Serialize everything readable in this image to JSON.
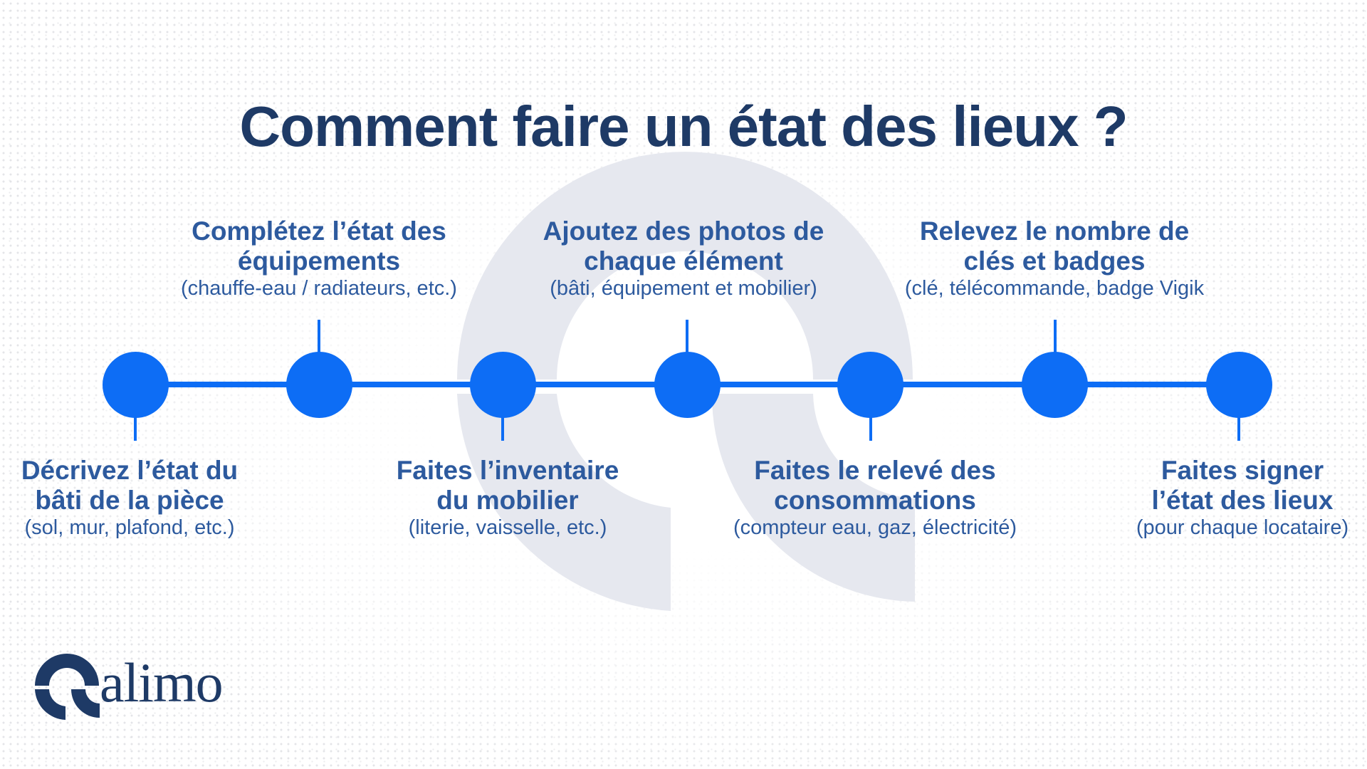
{
  "title": "Comment faire un état des lieux ?",
  "colors": {
    "title": "#1e3a66",
    "heading": "#2d5a9e",
    "accent": "#0d6df5",
    "watermark": "#e6e8ef"
  },
  "steps": [
    {
      "position": "bottom",
      "heading": "Décrivez l’état du\nbâti de la pièce",
      "detail": "(sol, mur, plafond, etc.)"
    },
    {
      "position": "top",
      "heading": "Complétez l’état des\néquipements",
      "detail": "(chauffe-eau / radiateurs, etc.)"
    },
    {
      "position": "bottom",
      "heading": "Faites l’inventaire\ndu mobilier",
      "detail": "(literie, vaisselle, etc.)"
    },
    {
      "position": "top",
      "heading": "Ajoutez des photos de\nchaque élément",
      "detail": "(bâti, équipement et mobilier)"
    },
    {
      "position": "bottom",
      "heading": "Faites le relevé des\nconsommations",
      "detail": "(compteur eau, gaz, électricité)"
    },
    {
      "position": "top",
      "heading": "Relevez le nombre de\nclés et badges",
      "detail": "(clé, télécommande, badge Vigik"
    },
    {
      "position": "bottom",
      "heading": "Faites signer\nl’état des lieux",
      "detail": "(pour chaque locataire)"
    }
  ],
  "brand": {
    "name": "alimo",
    "icon": "alimo-logo-mark-icon"
  }
}
